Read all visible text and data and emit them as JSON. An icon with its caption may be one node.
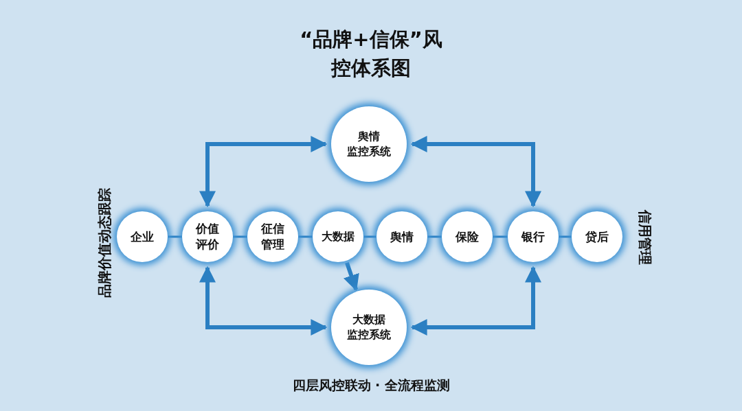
{
  "diagram": {
    "title": "“品牌+信保”风控体系图",
    "caption": "四层风控联动 · 全流程监测",
    "nodes": [
      {
        "text": [
          "企业"
        ]
      },
      {
        "text": [
          "价值评价"
        ]
      },
      {
        "text": [
          "征信管理"
        ]
      },
      {
        "text": [
          "大数据"
        ]
      },
      {
        "text": [
          "舆情"
        ]
      },
      {
        "text": [
          "保险"
        ]
      },
      {
        "text": [
          "银行"
        ]
      },
      {
        "text": [
          "贷后"
        ]
      },
      {
        "text": [
          "舆情监控系统"
        ]
      },
      {
        "text": [
          "大数据监控系统"
        ]
      }
    ],
    "edges": [
      {
        "from": 0,
        "to": 1,
        "arrow": "none"
      },
      {
        "from": 1,
        "to": 2,
        "arrow": "none"
      },
      {
        "from": 2,
        "to": 3,
        "arrow": "none"
      },
      {
        "from": 3,
        "to": 4,
        "arrow": "none"
      },
      {
        "from": 4,
        "to": 5,
        "arrow": "none"
      },
      {
        "from": 5,
        "to": 6,
        "arrow": "none"
      },
      {
        "from": 6,
        "to": 7,
        "arrow": "none"
      },
      {
        "from": 1,
        "to": 8,
        "arrow": "both",
        "style": "thick"
      },
      {
        "from": 8,
        "to": 6,
        "arrow": "both",
        "style": "thick"
      },
      {
        "from": 1,
        "to": 9,
        "arrow": "both",
        "style": "thick"
      },
      {
        "from": 9,
        "to": 6,
        "arrow": "both",
        "style": "thick"
      },
      {
        "from": 3,
        "to": 9,
        "arrow": "to",
        "style": "thick"
      }
    ],
    "labels": [
      "品牌价值动态跟踪",
      "信用管理"
    ]
  }
}
